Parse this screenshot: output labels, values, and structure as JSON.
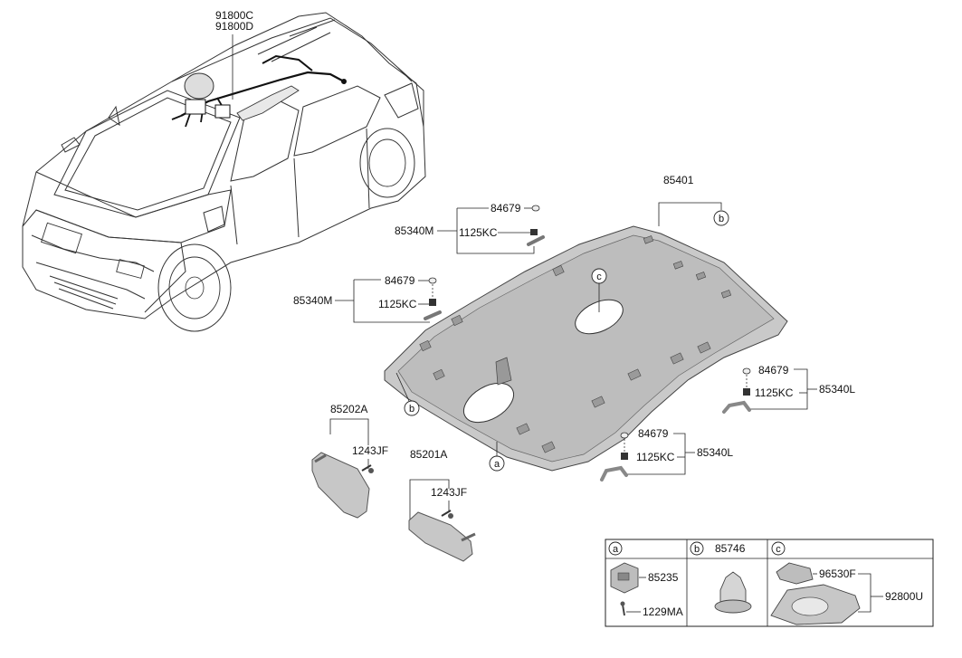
{
  "labels": {
    "harness_c": "91800C",
    "harness_d": "91800D",
    "headliner": "85401",
    "grip_r_pad": "84679",
    "grip_r_screw": "1125KC",
    "grip_r_assy": "85340M",
    "grip_rl_pad": "84679",
    "grip_rl_screw": "1125KC",
    "grip_rl_assy": "85340M",
    "grip_fr_pad": "84679",
    "grip_fr_screw": "1125KC",
    "grip_fr_assy": "85340L",
    "grip_fl_pad": "84679",
    "grip_fl_screw": "1125KC",
    "grip_fl_assy": "85340L",
    "visor_lh": "85202A",
    "visor_lh_screw": "1243JF",
    "visor_rh": "85201A",
    "visor_rh_screw": "1243JF"
  },
  "callouts": {
    "a": "a",
    "b": "b",
    "c": "c",
    "b_top": "b",
    "c_top": "c"
  },
  "legend": {
    "a_title": "a",
    "b_title": "b",
    "c_title": "c",
    "b_part": "85746",
    "a_part1": "85235",
    "a_part2": "1229MA",
    "c_part1": "96530F",
    "c_part2": "92800U"
  }
}
